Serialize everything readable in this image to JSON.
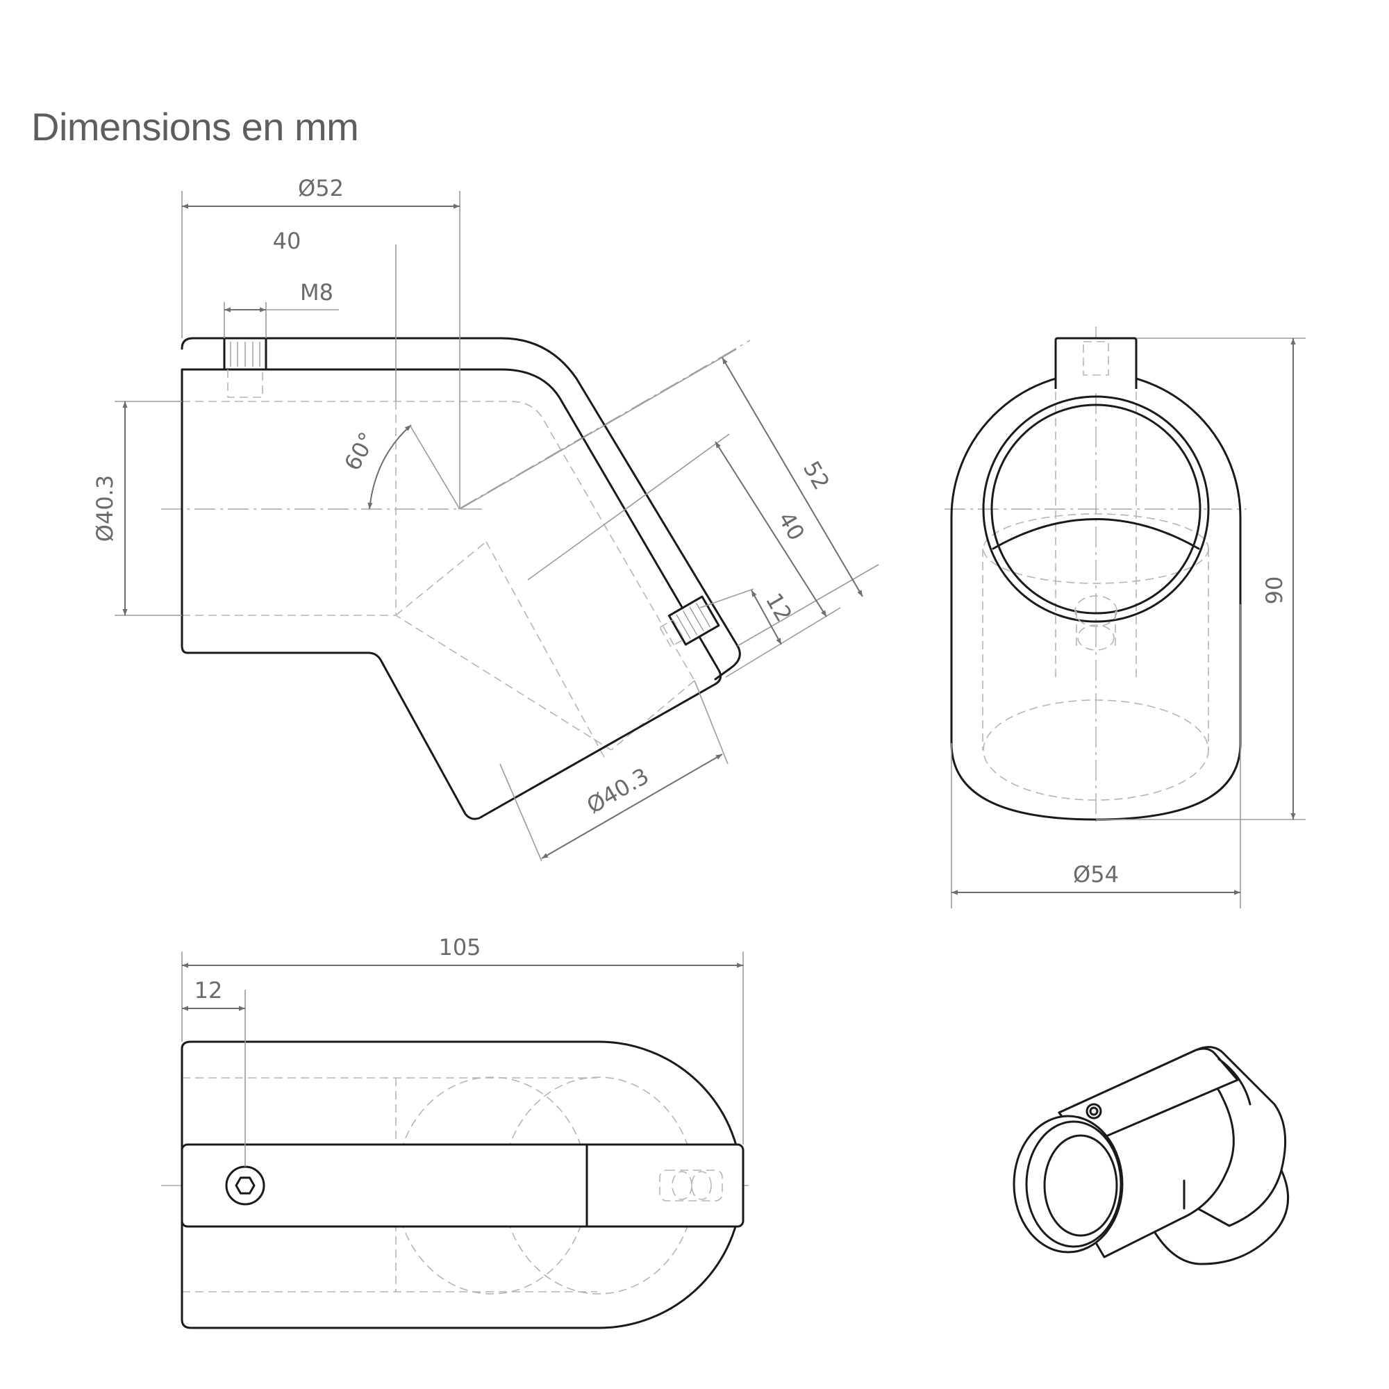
{
  "title": "Dimensions en mm",
  "dimensions": {
    "top_width": "Ø52",
    "top_depth": "40",
    "thread": "M8",
    "left_diameter": "Ø40.3",
    "angle": "60°",
    "diag_52": "52",
    "diag_40": "40",
    "diag_12": "12",
    "branch_diameter": "Ø40.3",
    "side_diameter": "Ø54",
    "side_height": "90",
    "bottom_length": "105",
    "bottom_offset": "12"
  },
  "colors": {
    "outline": "#1a1a1a",
    "dimension": "#6e6e6e",
    "hidden": "#b5b5b5",
    "text": "#5e5e5e"
  }
}
